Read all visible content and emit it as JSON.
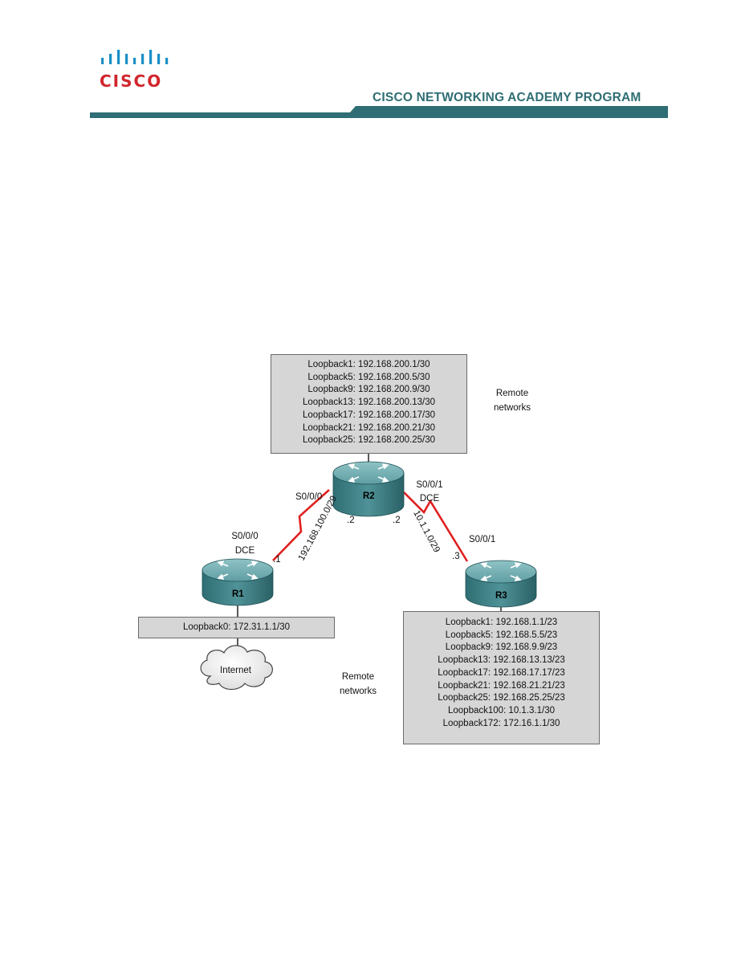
{
  "header": {
    "logo_word": "CISCO",
    "program_title": "CISCO NETWORKING ACADEMY PROGRAM",
    "brand_colors": {
      "logo_red": "#d0262c",
      "logo_bars": "#1b8fc5",
      "band_teal": "#2f6e74"
    }
  },
  "topology": {
    "r2_box": [
      "Loopback1: 192.168.200.1/30",
      "Loopback5: 192.168.200.5/30",
      "Loopback9: 192.168.200.9/30",
      "Loopback13: 192.168.200.13/30",
      "Loopback17: 192.168.200.17/30",
      "Loopback21: 192.168.200.21/30",
      "Loopback25: 192.168.200.25/30"
    ],
    "remote_top": [
      "Remote",
      "networks"
    ],
    "remote_bottom": [
      "Remote",
      "networks"
    ],
    "routers": {
      "r1": "R1",
      "r2": "R2",
      "r3": "R3"
    },
    "r1_iface": [
      "S0/0/0",
      "DCE"
    ],
    "r1_dot": ".1",
    "r2_iface_left": "S0/0/0",
    "r2_dot_left": ".2",
    "r2_iface_right": [
      "S0/0/1",
      "DCE"
    ],
    "r2_dot_right": ".2",
    "r3_iface": "S0/0/1",
    "r3_dot": ".3",
    "link_left_net": "192.168.100.0/29",
    "link_right_net": "10.1.1.0/29",
    "r1_box": "Loopback0: 172.31.1.1/30",
    "internet": "Internet",
    "r3_box": [
      "Loopback1: 192.168.1.1/23",
      "Loopback5: 192.168.5.5/23",
      "Loopback9: 192.168.9.9/23",
      "Loopback13: 192.168.13.13/23",
      "Loopback17: 192.168.17.17/23",
      "Loopback21: 192.168.21.21/23",
      "Loopback25: 192.168.25.25/23",
      "Loopback100: 10.1.3.1/30",
      "Loopback172: 172.16.1.1/30"
    ],
    "colors": {
      "serial_link": "#e02020",
      "router_body": "#3f8a8f",
      "box_fill": "#d6d6d6"
    }
  }
}
